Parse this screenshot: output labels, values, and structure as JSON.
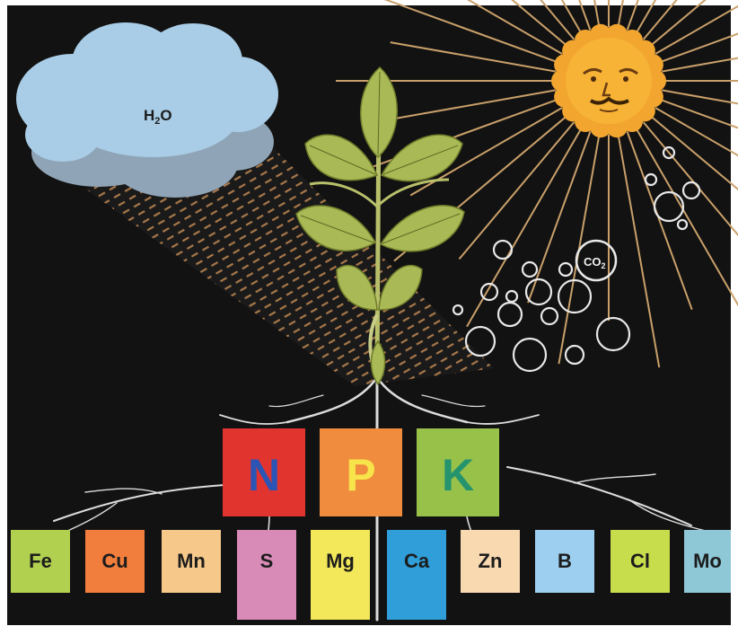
{
  "cloud": {
    "label_main": "H",
    "label_sub": "2",
    "label_end": "O"
  },
  "co2": {
    "label_main": "CO",
    "label_sub": "2"
  },
  "macronutrients": [
    {
      "symbol": "N",
      "box_color": "#e2342f",
      "text_color": "#2a55b5"
    },
    {
      "symbol": "P",
      "box_color": "#ef8c3e",
      "text_color": "#f7e34a"
    },
    {
      "symbol": "K",
      "box_color": "#98c14a",
      "text_color": "#25936e"
    }
  ],
  "micronutrients": [
    {
      "symbol": "Fe",
      "box_color": "#b2d050"
    },
    {
      "symbol": "Cu",
      "box_color": "#f17e3c"
    },
    {
      "symbol": "Mn",
      "box_color": "#f6c98a"
    },
    {
      "symbol": "S",
      "box_color": "#d98bb8"
    },
    {
      "symbol": "Mg",
      "box_color": "#f2e85a"
    },
    {
      "symbol": "Ca",
      "box_color": "#2f9ed9"
    },
    {
      "symbol": "Zn",
      "box_color": "#f9d9b0"
    },
    {
      "symbol": "B",
      "box_color": "#9ccff0"
    },
    {
      "symbol": "Cl",
      "box_color": "#c8dd4c"
    },
    {
      "symbol": "Mo",
      "box_color": "#8ec7d6"
    }
  ],
  "colors": {
    "background": "#121212",
    "cloud": "#a9cde6",
    "sun": "#f7b335",
    "leaf": "#a8b955",
    "root": "#dcdcdc",
    "ray": "#c9a06a"
  }
}
